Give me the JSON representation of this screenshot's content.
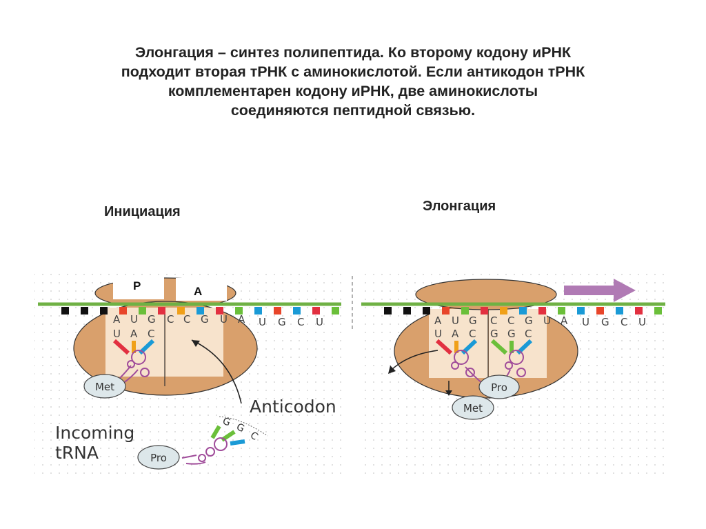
{
  "heading": {
    "line1": "Элонгация – синтез полипептида. Ко второму кодону иРНК",
    "line2": "подходит вторая тРНК с аминокислотой. Если антикодон тРНК",
    "line3": "комплементарен кодону иРНК, две аминокислоты",
    "line4": "соединяются пептидной связью."
  },
  "left": {
    "title": "Инициация",
    "site_p": "P",
    "site_a": "A",
    "mrna_codons": [
      "A",
      "U",
      "G",
      "C",
      "C",
      "G",
      "U",
      "A",
      "U",
      "G",
      "C",
      "U"
    ],
    "anticodon": [
      "U",
      "A",
      "C"
    ],
    "amino_bound": "Met",
    "anticodon_label": "Anticodon",
    "incoming_label_1": "Incoming",
    "incoming_label_2": "tRNA",
    "incoming_anticodon": [
      "G",
      "G",
      "C"
    ],
    "incoming_amino": "Pro"
  },
  "right": {
    "title": "Элонгация",
    "mrna_codons": [
      "A",
      "U",
      "G",
      "C",
      "C",
      "G",
      "U",
      "A",
      "U",
      "G",
      "C",
      "U"
    ],
    "anticodon_p": [
      "U",
      "A",
      "C"
    ],
    "anticodon_a": [
      "G",
      "G",
      "C"
    ],
    "amino_pro": "Pro",
    "amino_met": "Met"
  },
  "colors": {
    "ribosome": "#d9a06c",
    "ribosome_channel": "#f7e3cc",
    "mrna": "#6fb144",
    "arrow": "#b07ab4",
    "trna_loop": "#a04c9a",
    "amino_fill": "#dde7ea",
    "codon_marks": [
      "#111111",
      "#111111",
      "#111111",
      "#e8452a",
      "#6bbf3a",
      "#e23040",
      "#f0a018",
      "#1a9ad6",
      "#e23040",
      "#6bbf3a",
      "#1a9ad6",
      "#e8452a",
      "#1a9ad6",
      "#e23040",
      "#6bbf3a"
    ]
  }
}
